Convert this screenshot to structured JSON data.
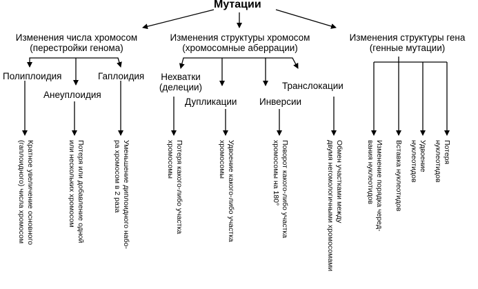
{
  "diagram": {
    "title": "Мутации",
    "categories": [
      {
        "label": "Изменения числа хромосом\n(перестройки генома)"
      },
      {
        "label": "Изменения структуры хромосом\n(хромосомные аберрации)"
      },
      {
        "label": "Изменения структуры гена\n(генные мутации)"
      }
    ],
    "types": [
      {
        "label": "Полиплоидия"
      },
      {
        "label": "Анеуплоидия"
      },
      {
        "label": "Гаплоидия"
      },
      {
        "label": "Нехватки\n(делеции)"
      },
      {
        "label": "Дупликации"
      },
      {
        "label": "Инверсии"
      },
      {
        "label": "Транслокации"
      }
    ],
    "descriptions": [
      {
        "text": "Кратное увеличение основного\n(гаплоидного) числа хромосом"
      },
      {
        "text": "Потеря или добавление одной\nили нескольких хромосом"
      },
      {
        "text": "Уменьшение диплоидного набо-\nра хромосом в 2 раза"
      },
      {
        "text": "Потеря какого-либо участка\nхромосомы"
      },
      {
        "text": "Удвоение какого-либо участка\nхромосомы"
      },
      {
        "text": "Поворот какого-либо участка\nхромосомы на 180°"
      },
      {
        "text": "Обмен участками между\nдвумя негомологичными хромосомами"
      },
      {
        "text": "Изменение порядка черед-\nвания нуклеотидов"
      },
      {
        "text": "Вставка нуклеотидов"
      },
      {
        "text": "Удвоение нуклеотидов"
      },
      {
        "text": "Потеря нуклеотидов"
      }
    ]
  }
}
